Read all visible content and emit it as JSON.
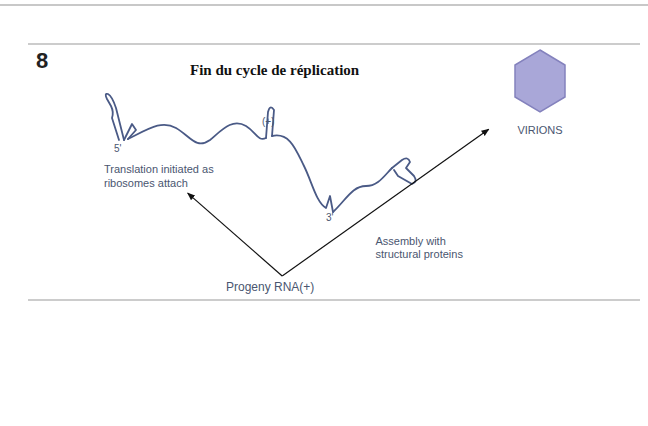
{
  "diagram": {
    "title": "Fin du cycle de réplication",
    "nodes": [
      {
        "text": [
          "Translation initiated as ribosomes attach"
        ]
      },
      {
        "text": [
          "VIRIONS"
        ]
      },
      {
        "text": [
          "Progeny RNA(+)"
        ]
      }
    ],
    "edges": [
      {
        "from": 2,
        "to": 0,
        "arrow": "to"
      },
      {
        "from": 2,
        "to": 1,
        "label": "Assembly with structural proteins",
        "arrow": "to"
      }
    ],
    "labels": [
      "8",
      "5'",
      "(+)",
      "3'"
    ]
  }
}
